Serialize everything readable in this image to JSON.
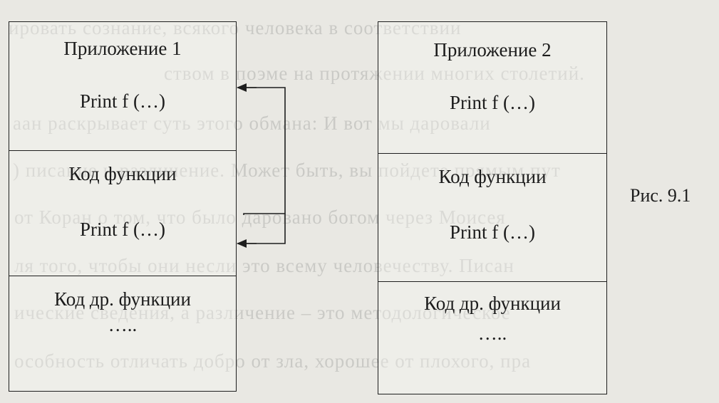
{
  "background_text": [
    "ировать сознание, всякого человека в соответствии",
    "ством в поэме на протяжении многих столетий.",
    "аан раскрывает суть этого обмана: И вот мы даровали",
    ") писание и различение. Может быть, вы пойдете прямым пут",
    "от Коран о том, что было даровано богом через Моисея",
    "ля того, чтобы они несли это всему человечеству. Писан",
    "ические сведения, а различение – это методологическое",
    "особность отличать добро от зла, хорошее от плохого, пра"
  ],
  "app1": {
    "title": "Приложение 1",
    "call_1": "Print f (…)",
    "func_code": "Код функции",
    "call_2": "Print f (…)",
    "other_func": "Код др. функции",
    "ellipsis": "….."
  },
  "app2": {
    "title": "Приложение 2",
    "call_1": "Print f (…)",
    "func_code": "Код функции",
    "call_2": "Print f (…)",
    "other_func": "Код др. функции",
    "ellipsis": "….."
  },
  "caption": "Рис. 9.1"
}
